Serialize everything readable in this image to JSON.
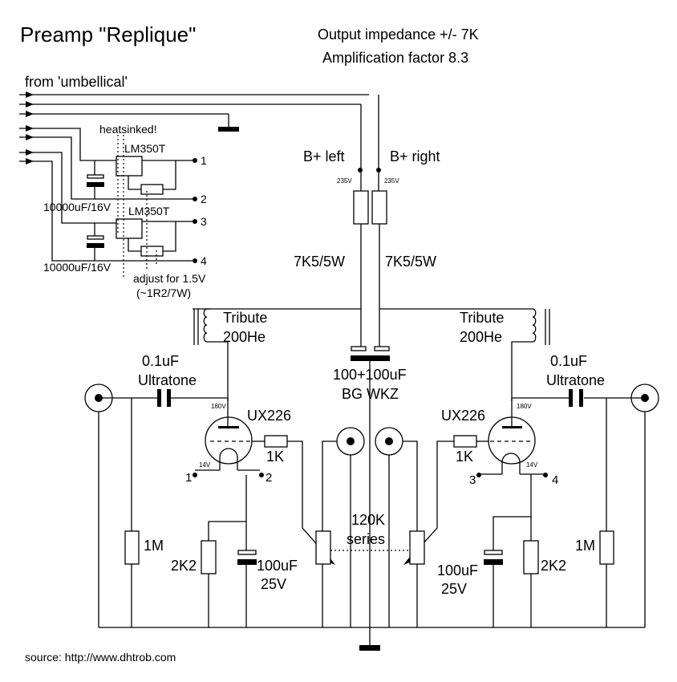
{
  "title": "Preamp \"Replique\"",
  "specs": {
    "output_impedance": "Output impedance +/- 7K",
    "amplification": "Amplification factor 8.3"
  },
  "source_label": "from 'umbellical'",
  "power_supply": {
    "heatsink_note": "heatsinked!",
    "regulators": [
      {
        "part": "LM350T",
        "cap": "10000uF/16V",
        "out_pins": [
          "1",
          "2"
        ]
      },
      {
        "part": "LM350T",
        "cap": "10000uF/16V",
        "out_pins": [
          "3",
          "4"
        ]
      }
    ],
    "adjust_note": "adjust for 1.5V",
    "adjust_value": "(~1R2/7W)"
  },
  "bplus": {
    "left_label": "B+ left",
    "right_label": "B+ right",
    "left_voltage": "235V",
    "right_voltage": "235V",
    "left_resistor": "7K5/5W",
    "right_resistor": "7K5/5W",
    "filter_cap": "100+100uF",
    "filter_cap_type": "BG WKZ"
  },
  "channels": {
    "left": {
      "choke_name": "Tribute",
      "choke_value": "200He",
      "coupling_cap": "0.1uF",
      "coupling_cap_type": "Ultratone",
      "tube": "UX226",
      "plate_voltage": "180V",
      "filament_voltage": "14V",
      "grid_resistor": "1K",
      "filament_pins": [
        "1",
        "2"
      ],
      "output_resistor": "1M",
      "cathode_resistor": "2K2",
      "cathode_cap": "100uF",
      "cathode_cap_voltage": "25V"
    },
    "right": {
      "choke_name": "Tribute",
      "choke_value": "200He",
      "coupling_cap": "0.1uF",
      "coupling_cap_type": "Ultratone",
      "tube": "UX226",
      "plate_voltage": "180V",
      "filament_voltage": "14V",
      "grid_resistor": "1K",
      "filament_pins": [
        "3",
        "4"
      ],
      "output_resistor": "1M",
      "cathode_resistor": "2K2",
      "cathode_cap": "100uF",
      "cathode_cap_voltage": "25V"
    }
  },
  "volume_pot": {
    "value": "120K",
    "type": "series"
  },
  "footer": "source: http://www.dhtrob.com"
}
